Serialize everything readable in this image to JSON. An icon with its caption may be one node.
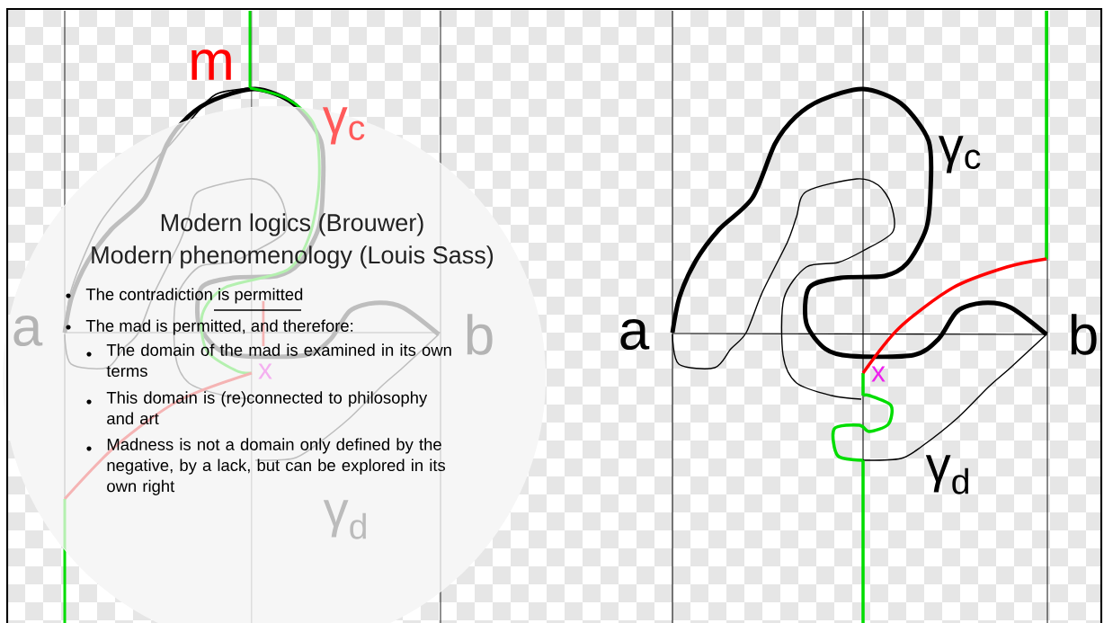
{
  "diagram": {
    "labels": [
      "m",
      "γ$_{c}$",
      "Modern logics (Brouwer)",
      "Modern phenomenology (Louis Sass)",
      "The contradiction is permitted",
      "The mad is permitted, and therefore:",
      "The domain of the mad is examined in its own terms",
      "This domain is (re)connected to philosophy and art",
      "Madness is not a domain only defined by the negative, by a lack, but can be explored in its own right",
      "a",
      "b",
      "x",
      "γ$_{d}$",
      "γ$_{c}$",
      "a",
      "b",
      "x",
      "γ$_{d}$"
    ]
  }
}
